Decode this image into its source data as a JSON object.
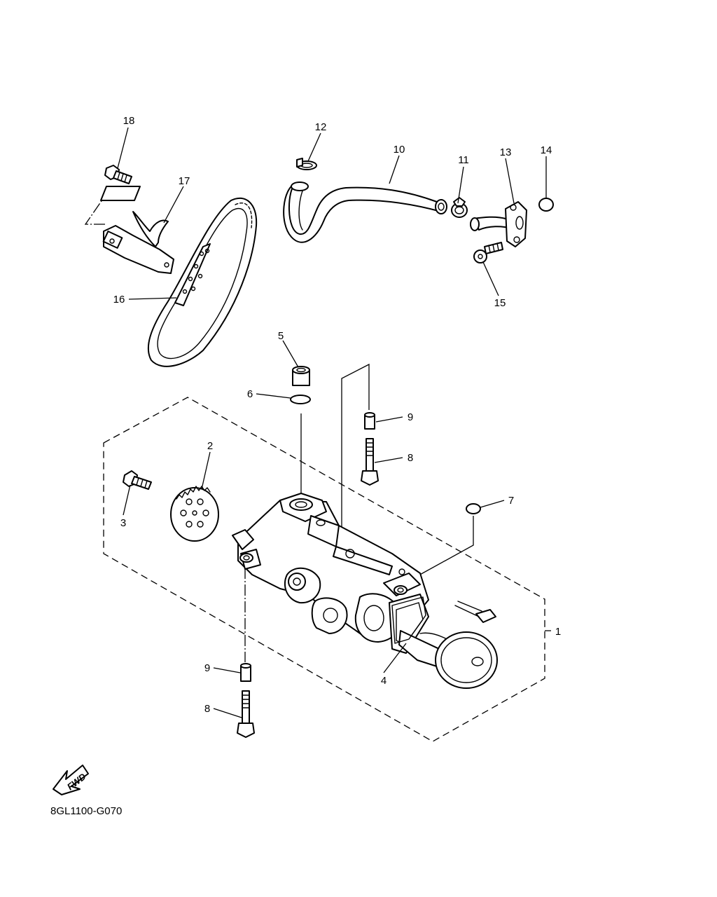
{
  "diagram": {
    "code": "8GL1100-G070",
    "fwd_label": "FWD",
    "callouts": {
      "c1": "1",
      "c2": "2",
      "c3": "3",
      "c4": "4",
      "c5": "5",
      "c6": "6",
      "c7": "7",
      "c8a": "8",
      "c8b": "8",
      "c9a": "9",
      "c9b": "9",
      "c10": "10",
      "c11": "11",
      "c12": "12",
      "c13": "13",
      "c14": "14",
      "c15": "15",
      "c16": "16",
      "c17": "17",
      "c18": "18"
    }
  }
}
